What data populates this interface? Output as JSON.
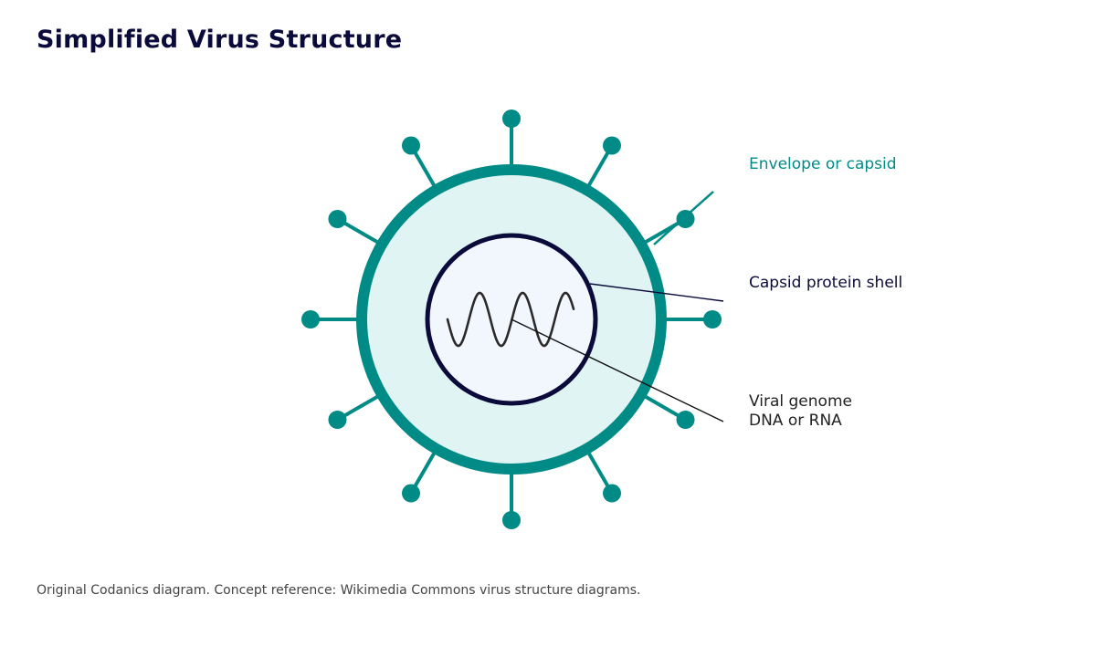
{
  "title": "Simplified Virus Structure",
  "labels": {
    "envelope": "Envelope or capsid",
    "capsid": "Capsid protein shell",
    "genome_line1": "Viral genome",
    "genome_line2": "DNA or RNA"
  },
  "footer": "Original Codanics diagram. Concept reference: Wikimedia Commons virus structure diagrams.",
  "colors": {
    "envelope": "#008b86",
    "envelope_fill": "#e0f5f3",
    "capsid": "#0b0b3b",
    "capsid_fill": "#f2f6fd",
    "genome": "#2a2a2a",
    "title": "#0b0b3b"
  }
}
